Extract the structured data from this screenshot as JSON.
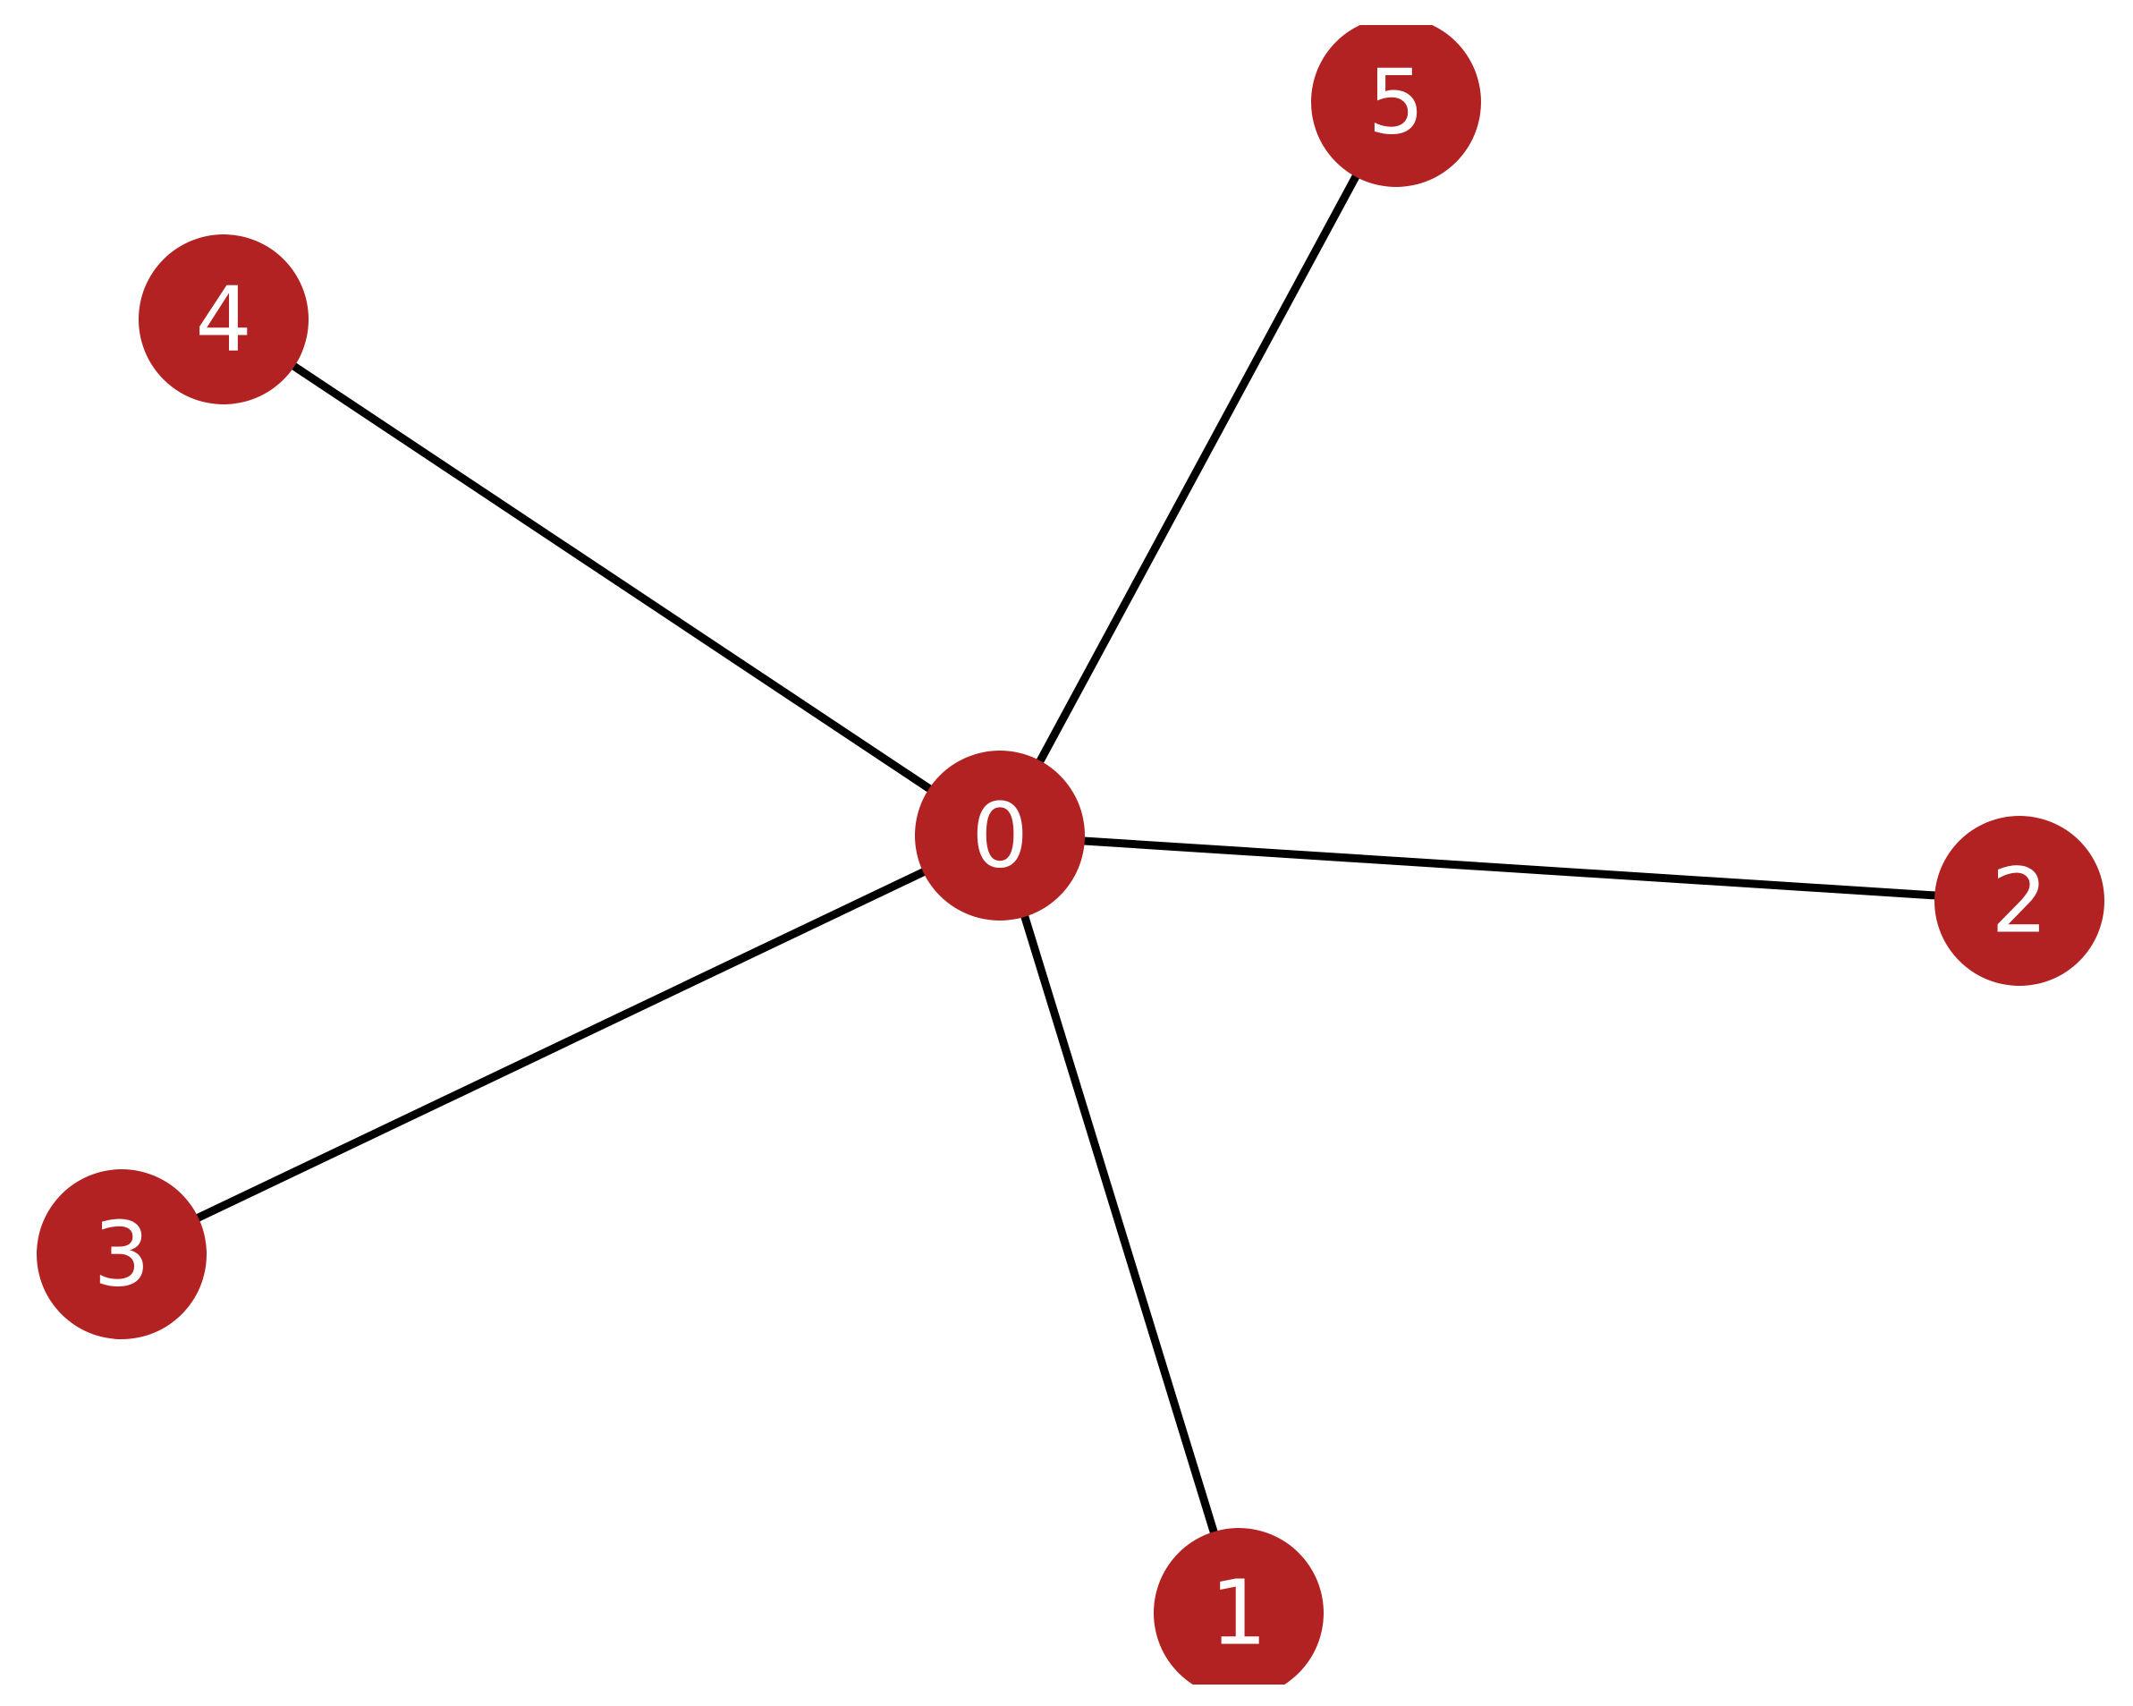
{
  "graph": {
    "node_color": "#b22222",
    "edge_color": "#000000",
    "label_color": "#ffffff",
    "background": "#ffffff",
    "nodes": [
      {
        "id": "0",
        "label": "0"
      },
      {
        "id": "1",
        "label": "1"
      },
      {
        "id": "2",
        "label": "2"
      },
      {
        "id": "3",
        "label": "3"
      },
      {
        "id": "4",
        "label": "4"
      },
      {
        "id": "5",
        "label": "5"
      }
    ],
    "edges": [
      {
        "source": "0",
        "target": "5"
      },
      {
        "source": "0",
        "target": "4"
      },
      {
        "source": "0",
        "target": "2"
      },
      {
        "source": "0",
        "target": "3"
      },
      {
        "source": "0",
        "target": "1"
      }
    ]
  }
}
